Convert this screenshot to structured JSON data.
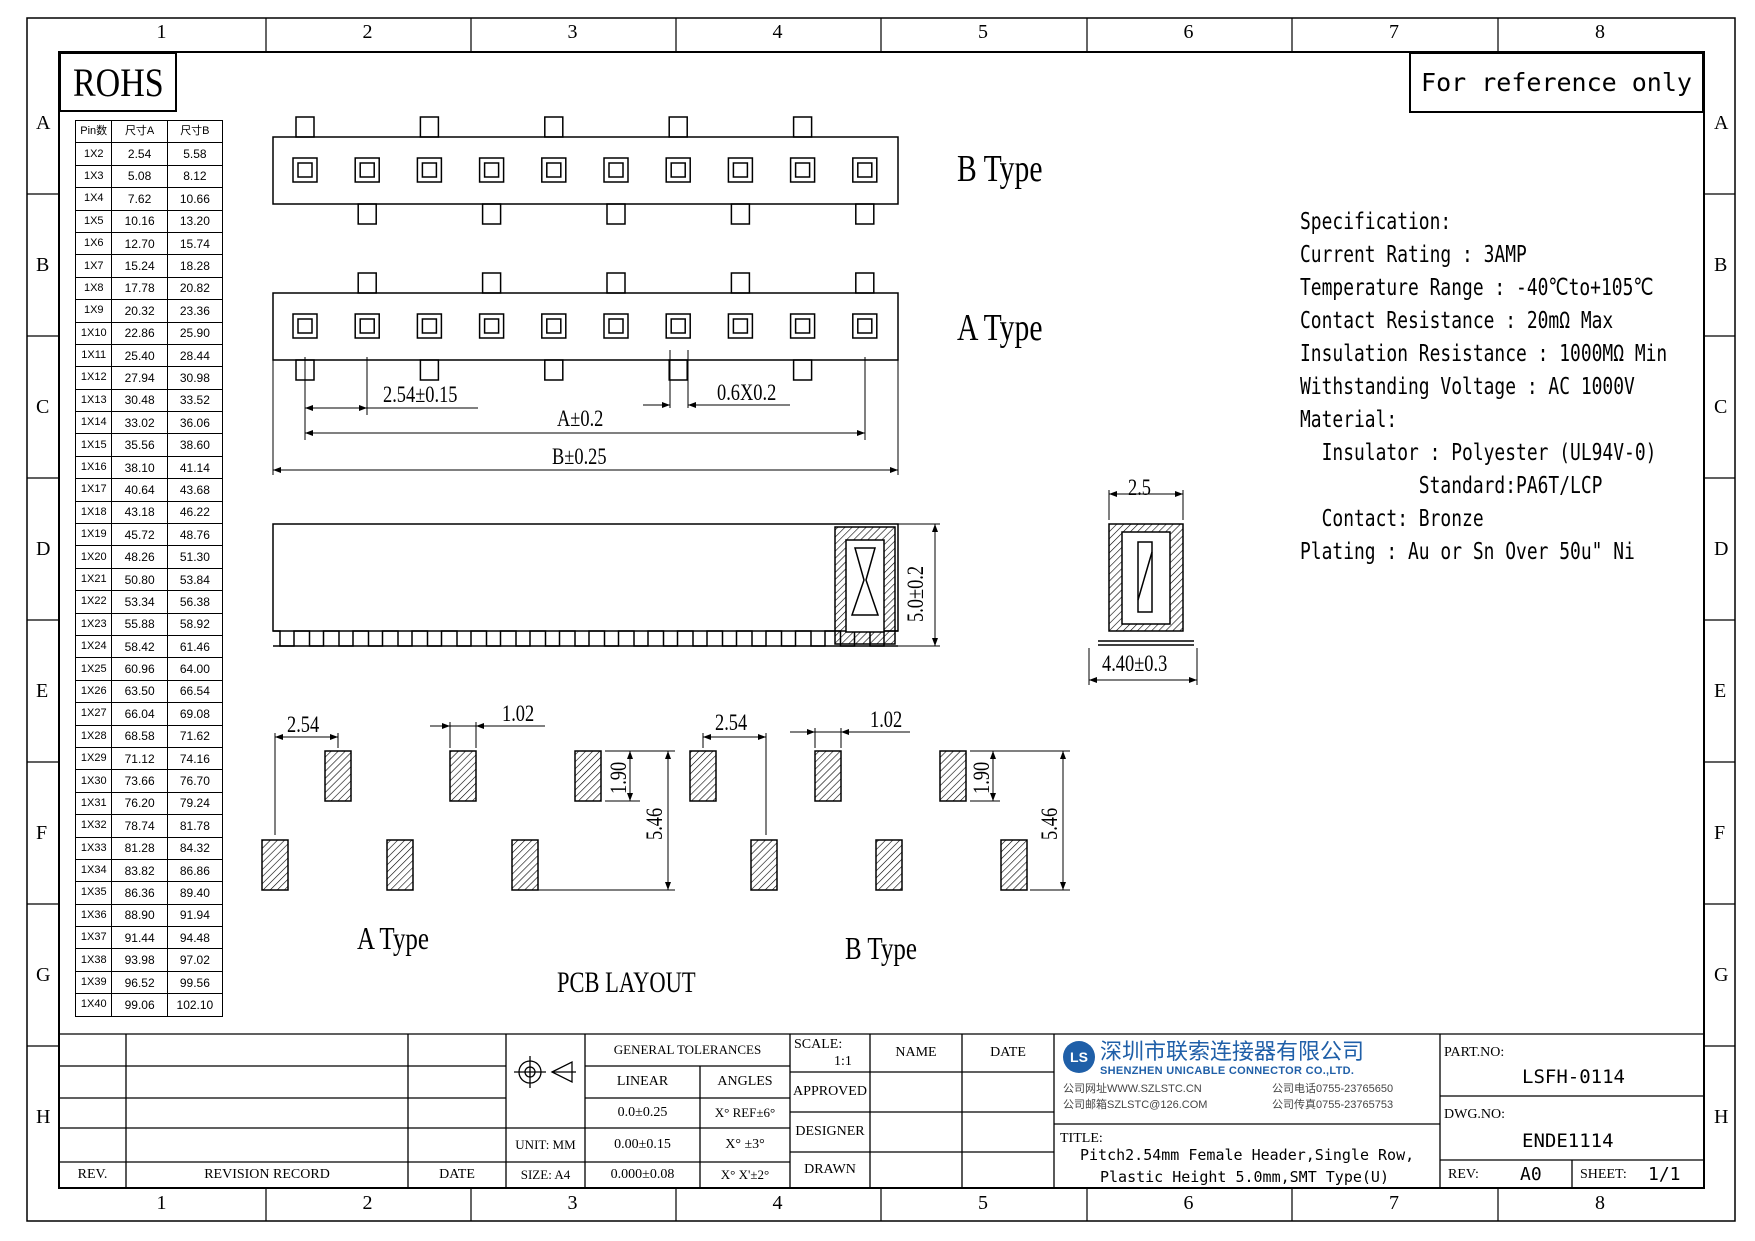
{
  "frame": {
    "columns": [
      "1",
      "2",
      "3",
      "4",
      "5",
      "6",
      "7",
      "8"
    ],
    "rows": [
      "A",
      "B",
      "C",
      "D",
      "E",
      "F",
      "G",
      "H"
    ]
  },
  "badges": {
    "rohs": "ROHS",
    "reference": "For reference only"
  },
  "pin_table": {
    "headers": [
      "Pin数",
      "尺寸A",
      "尺寸B"
    ],
    "rows": [
      [
        "1X2",
        "2.54",
        "5.58"
      ],
      [
        "1X3",
        "5.08",
        "8.12"
      ],
      [
        "1X4",
        "7.62",
        "10.66"
      ],
      [
        "1X5",
        "10.16",
        "13.20"
      ],
      [
        "1X6",
        "12.70",
        "15.74"
      ],
      [
        "1X7",
        "15.24",
        "18.28"
      ],
      [
        "1X8",
        "17.78",
        "20.82"
      ],
      [
        "1X9",
        "20.32",
        "23.36"
      ],
      [
        "1X10",
        "22.86",
        "25.90"
      ],
      [
        "1X11",
        "25.40",
        "28.44"
      ],
      [
        "1X12",
        "27.94",
        "30.98"
      ],
      [
        "1X13",
        "30.48",
        "33.52"
      ],
      [
        "1X14",
        "33.02",
        "36.06"
      ],
      [
        "1X15",
        "35.56",
        "38.60"
      ],
      [
        "1X16",
        "38.10",
        "41.14"
      ],
      [
        "1X17",
        "40.64",
        "43.68"
      ],
      [
        "1X18",
        "43.18",
        "46.22"
      ],
      [
        "1X19",
        "45.72",
        "48.76"
      ],
      [
        "1X20",
        "48.26",
        "51.30"
      ],
      [
        "1X21",
        "50.80",
        "53.84"
      ],
      [
        "1X22",
        "53.34",
        "56.38"
      ],
      [
        "1X23",
        "55.88",
        "58.92"
      ],
      [
        "1X24",
        "58.42",
        "61.46"
      ],
      [
        "1X25",
        "60.96",
        "64.00"
      ],
      [
        "1X26",
        "63.50",
        "66.54"
      ],
      [
        "1X27",
        "66.04",
        "69.08"
      ],
      [
        "1X28",
        "68.58",
        "71.62"
      ],
      [
        "1X29",
        "71.12",
        "74.16"
      ],
      [
        "1X30",
        "73.66",
        "76.70"
      ],
      [
        "1X31",
        "76.20",
        "79.24"
      ],
      [
        "1X32",
        "78.74",
        "81.78"
      ],
      [
        "1X33",
        "81.28",
        "84.32"
      ],
      [
        "1X34",
        "83.82",
        "86.86"
      ],
      [
        "1X35",
        "86.36",
        "89.40"
      ],
      [
        "1X36",
        "88.90",
        "91.94"
      ],
      [
        "1X37",
        "91.44",
        "94.48"
      ],
      [
        "1X38",
        "93.98",
        "97.02"
      ],
      [
        "1X39",
        "96.52",
        "99.56"
      ],
      [
        "1X40",
        "99.06",
        "102.10"
      ]
    ]
  },
  "views": {
    "b_type": "B Type",
    "a_type": "A Type",
    "pcb_a_type": "A Type",
    "pcb_b_type": "B Type",
    "pcb_layout": "PCB LAYOUT"
  },
  "dimensions": {
    "pitch": "2.54±0.15",
    "pin_size": "0.6X0.2",
    "a_dim": "A±0.2",
    "b_dim": "B±0.25",
    "height": "5.0±0.2",
    "side_width": "2.5",
    "foot_width": "4.40±0.3",
    "pcb_a_pitch": "2.54",
    "pcb_a_pad": "1.02",
    "pcb_a_pad_len": "1.90",
    "pcb_a_span": "5.46",
    "pcb_b_pitch": "2.54",
    "pcb_b_pad": "1.02",
    "pcb_b_pad_len": "1.90",
    "pcb_b_span": "5.46"
  },
  "specification": [
    "Specification:",
    "Current Rating : 3AMP",
    "Temperature Range : -40℃to+105℃",
    "Contact Resistance : 20mΩ Max",
    "Insulation Resistance : 1000MΩ Min",
    "Withstanding Voltage : AC 1000V",
    "Material:",
    "  Insulator : Polyester (UL94V-0)",
    "           Standard:PA6T/LCP",
    "  Contact: Bronze",
    "Plating : Au or Sn Over 50u\" Ni"
  ],
  "title_block": {
    "rev": "REV.",
    "revision_record": "REVISION RECORD",
    "date": "DATE",
    "general_tolerances": "GENERAL TOLERANCES",
    "linear": "LINEAR",
    "angles": "ANGLES",
    "lin1": "0.0±0.25",
    "lin2": "0.00±0.15",
    "lin3": "0.000±0.08",
    "ang1": "X° REF±6°",
    "ang2": "X° ±3°",
    "ang3": "X° X'±2°",
    "unit": "UNIT: MM",
    "size": "SIZE: A4",
    "scale_label": "SCALE:",
    "scale_value": "1:1",
    "name": "NAME",
    "date2": "DATE",
    "approved": "APPROVED",
    "designer": "DESIGNER",
    "drawn": "DRAWN",
    "company_cn": "深圳市联索连接器有限公司",
    "company_en": "SHENZHEN UNICABLE CONNECTOR CO.,LTD.",
    "web": "公司网址WWW.SZLSTC.CN",
    "email": "公司邮箱SZLSTC@126.COM",
    "tel": "公司电话0755-23765650",
    "fax": "公司传真0755-23765753",
    "logo_letters": "LS",
    "title_label": "TITLE:",
    "title_line1": "Pitch2.54mm Female Header,Single Row,",
    "title_line2": "Plastic Height 5.0mm,SMT Type(U)",
    "part_no_label": "PART.NO:",
    "part_no": "LSFH-0114",
    "dwg_no_label": "DWG.NO:",
    "dwg_no": "ENDE1114",
    "rev_label": "REV:",
    "rev_value": "A0",
    "sheet_label": "SHEET:",
    "sheet_value": "1/1"
  },
  "colors": {
    "ink": "#000000",
    "logo_blue": "#1f5fa8"
  }
}
